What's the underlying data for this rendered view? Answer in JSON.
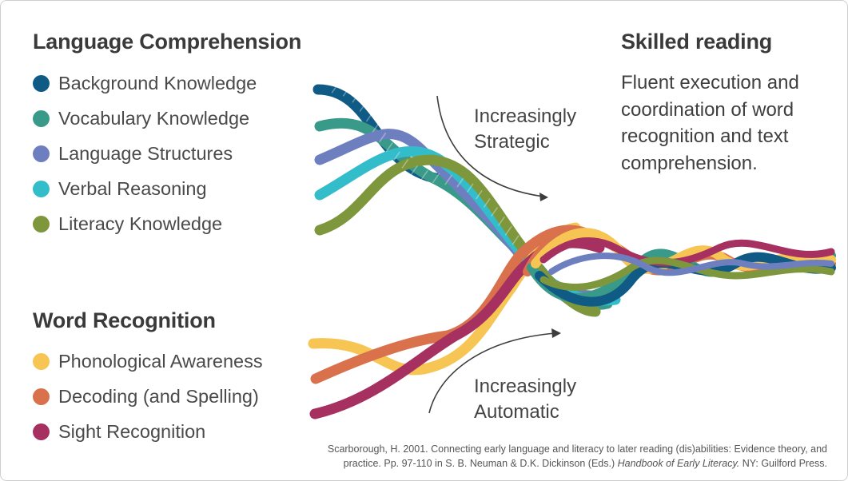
{
  "language_comprehension": {
    "title": "Language Comprehension",
    "items": [
      {
        "label": "Background Knowledge",
        "color": "#0f5b85"
      },
      {
        "label": "Vocabulary Knowledge",
        "color": "#3a9a8a"
      },
      {
        "label": "Language Structures",
        "color": "#6e7fc0"
      },
      {
        "label": "Verbal Reasoning",
        "color": "#33bcc9"
      },
      {
        "label": "Literacy Knowledge",
        "color": "#7e973d"
      }
    ]
  },
  "word_recognition": {
    "title": "Word Recognition",
    "items": [
      {
        "label": "Phonological Awareness",
        "color": "#f7c553"
      },
      {
        "label": "Decoding (and Spelling)",
        "color": "#d9714c"
      },
      {
        "label": "Sight Recognition",
        "color": "#a63160"
      }
    ]
  },
  "skilled_reading": {
    "title": "Skilled reading",
    "description": "Fluent execution and coordination of word recognition and text comprehension."
  },
  "annotations": {
    "strategic_line1": "Increasingly",
    "strategic_line2": "Strategic",
    "automatic_line1": "Increasingly",
    "automatic_line2": "Automatic"
  },
  "citation": {
    "line1": "Scarborough, H. 2001. Connecting early language and literacy to later reading (dis)abilities: Evidence theory, and",
    "line2_before": "practice. Pp. 97-110 in S. B. Neuman & D.K. Dickinson (Eds.) ",
    "line2_title": "Handbook of Early Literacy.",
    "line2_after": " NY: Guilford Press."
  }
}
